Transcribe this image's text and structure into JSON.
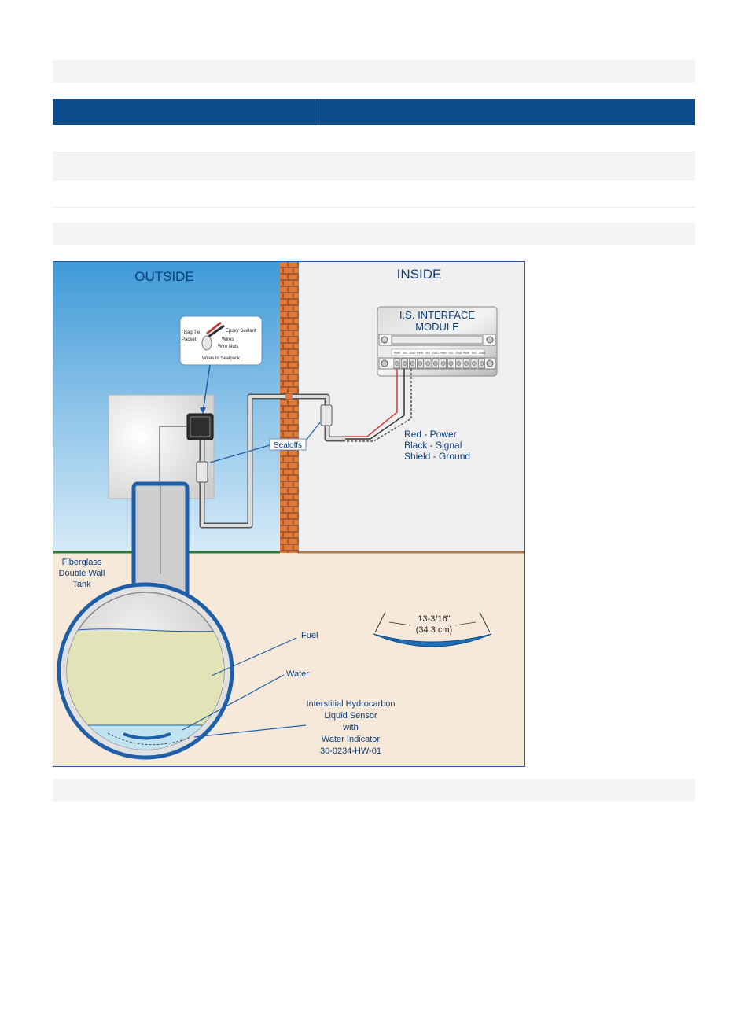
{
  "diagram": {
    "outside_label": "OUTSIDE",
    "inside_label": "INSIDE",
    "module_title_line1": "I.S. INTERFACE",
    "module_title_line2": "MODULE",
    "terminal_labels": [
      "PWR",
      "SIG",
      "GND",
      "PWR",
      "SIG",
      "GND",
      "PWR",
      "SIG",
      "GND",
      "PWR",
      "SIG",
      "GND"
    ],
    "sealpack": {
      "bag_tie": "Bag Tie",
      "packet": "Packet",
      "epoxy": "Epoxy Sealant",
      "wires": "Wires",
      "wire_nuts": "Wire Nuts",
      "caption": "Wires in Sealpack"
    },
    "sealoffs": "Sealoffs",
    "wire_legend": [
      "Red - Power",
      "Black - Signal",
      "Shield - Ground"
    ],
    "tank_label": [
      "Fiberglass",
      "Double Wall",
      "Tank"
    ],
    "fuel_label": "Fuel",
    "water_label": "Water",
    "sensor_label": [
      "Interstitial Hydrocarbon",
      "Liquid Sensor",
      "with",
      "Water Indicator",
      "30-0234-HW-01"
    ],
    "dimension": [
      "13-3/16\"",
      "(34.3 cm)"
    ],
    "colors": {
      "outside_sky": "#4aa3dc",
      "inside_wall": "#efefef",
      "ground": "#f6e9da",
      "tank_blue": "#1f5fa8",
      "label_blue": "#0b3e7a",
      "table_header": "#0b4c8c"
    }
  }
}
